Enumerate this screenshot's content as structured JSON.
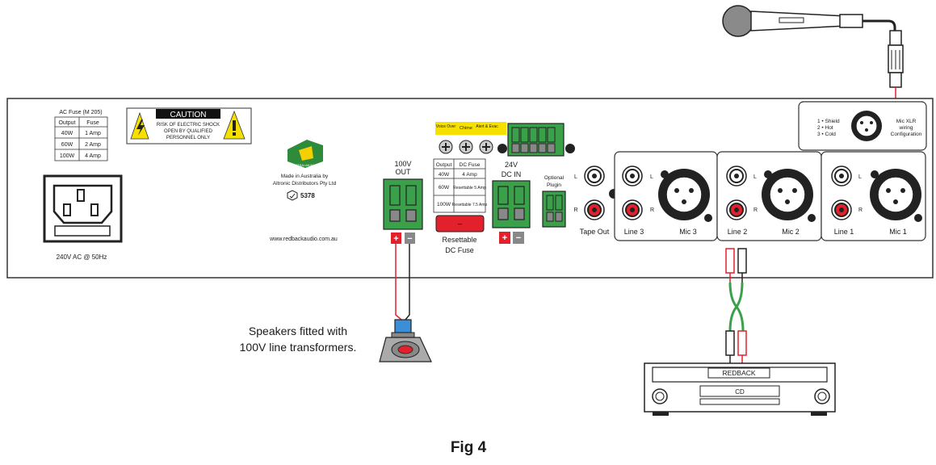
{
  "fuse_table": {
    "title": "AC Fuse (M 205)",
    "headers": [
      "Output",
      "Fuse"
    ],
    "rows": [
      [
        "40W",
        "1 Amp"
      ],
      [
        "60W",
        "2 Amp"
      ],
      [
        "100W",
        "4 Amp"
      ]
    ]
  },
  "caution": {
    "title": "CAUTION",
    "lines": [
      "RISK OF ELECTRIC SHOCK",
      "OPEN BY QUALIFIED",
      "PERSONNEL ONLY"
    ]
  },
  "ac_inlet_label": "240V AC @ 50Hz",
  "logo_text": "AUSTRALIAN MADE",
  "made_in": [
    "Made in Australia by",
    "Altronic Distributors Pty Ltd"
  ],
  "rcm_number": "5378",
  "website": "www.redbackaudio.com.au",
  "out_100v": [
    "100V",
    "OUT"
  ],
  "terminal_block_labels": [
    "Voice Over",
    "Chime",
    "Alert & Evac"
  ],
  "dc_fuse_table": {
    "headers": [
      "Output",
      "DC Fuse"
    ],
    "rows": [
      [
        "40W",
        "4 Amp"
      ],
      [
        "60W",
        "Resettable 5 Amp"
      ],
      [
        "100W",
        "Resettable 7.5 Amp"
      ]
    ]
  },
  "dc_in": [
    "24V",
    "DC IN"
  ],
  "optional_plugin": [
    "Optional",
    "Plugin"
  ],
  "resettable_fuse": [
    "Resettable",
    "DC Fuse"
  ],
  "polarity": {
    "plus": "+",
    "minus": "−",
    "fuse_symbol": "−"
  },
  "channel_lr": [
    "L",
    "R"
  ],
  "tape_out_label": "Tape Out",
  "channels": [
    {
      "line": "Line 3",
      "mic": "Mic 3"
    },
    {
      "line": "Line 2",
      "mic": "Mic 2"
    },
    {
      "line": "Line 1",
      "mic": "Mic 1"
    }
  ],
  "xlr_wiring": {
    "pins": [
      "1 • Shield",
      "2 • Hot",
      "3 • Cold"
    ],
    "caption": [
      "Mic XLR",
      "wiring",
      "Configuration"
    ]
  },
  "speaker_caption": [
    "Speakers fitted with",
    "100V line transformers."
  ],
  "cd_player": {
    "brand": "REDBACK",
    "tray": "CD"
  },
  "figure_caption": "Fig 4",
  "colors": {
    "red": "#e3212d",
    "green": "#3aa14a",
    "caution_yellow": "#f5e000",
    "panel_stroke": "#333333"
  }
}
